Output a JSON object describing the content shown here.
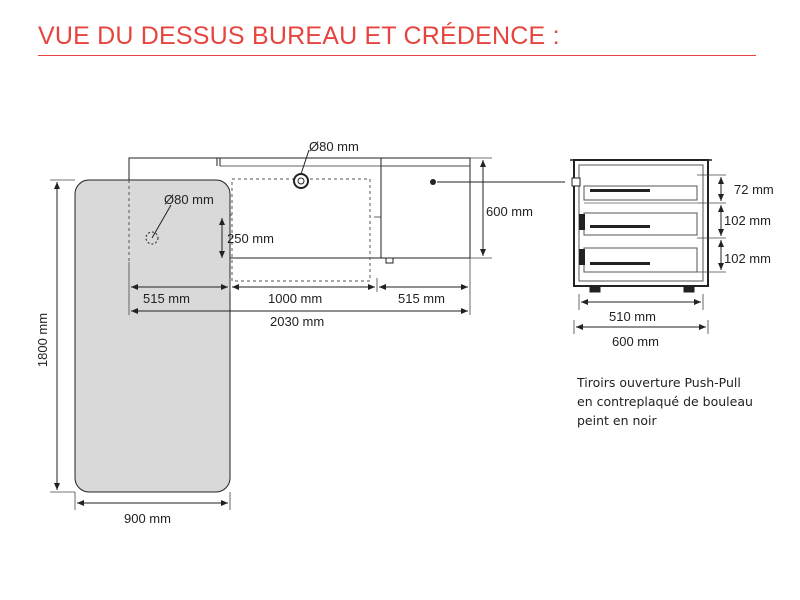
{
  "header": {
    "title": "VUE DU DESSUS BUREAU ET CRÉDENCE :"
  },
  "desk_view": {
    "hole_top_label": "Ø80 mm",
    "hole_left_label": "Ø80 mm",
    "drawer_depth_label": "250 mm",
    "left_width_label": "515 mm",
    "center_width_label": "1000 mm",
    "right_width_label": "515 mm",
    "total_width_label": "2030 mm",
    "depth_label": "600 mm",
    "return_length_label": "1800 mm",
    "return_width_label": "900 mm"
  },
  "credenza_view": {
    "drawer_1_height": "72 mm",
    "drawer_2_height": "102 mm",
    "drawer_3_height": "102 mm",
    "inner_width_label": "510 mm",
    "outer_width_label": "600 mm"
  },
  "caption": {
    "line1": "Tiroirs ouverture Push-Pull",
    "line2": "en contreplaqué de bouleau",
    "line3": "peint en noir"
  },
  "colors": {
    "title": "#e8443f",
    "return_fill": "#d9d9d9",
    "line": "#222222"
  }
}
